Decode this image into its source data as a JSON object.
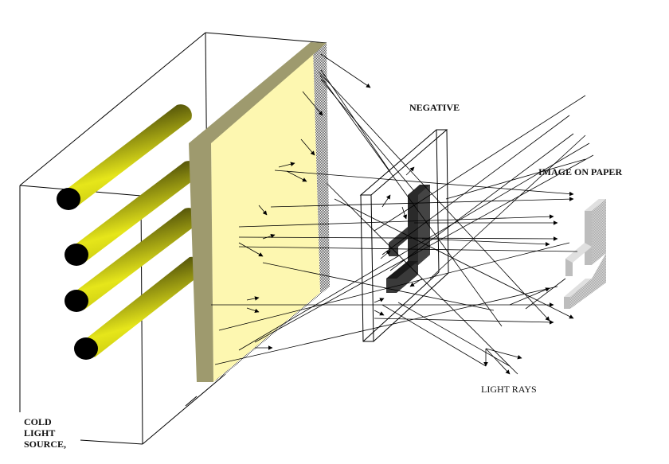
{
  "diagram": {
    "title": "Cold light source enlarger diagram",
    "labels": {
      "light_source": [
        "COLD",
        "LIGHT",
        "SOURCE,"
      ],
      "negative": "NEGATIVE",
      "image_on_paper": "IMAGE ON PAPER",
      "light_rays": "LIGHT RAYS"
    },
    "components": [
      {
        "id": "lamp-housing",
        "name": "Cold light source housing"
      },
      {
        "id": "fluorescent-tubes",
        "name": "Fluorescent tubes",
        "count": 4
      },
      {
        "id": "diffuser",
        "name": "Diffuser panel"
      },
      {
        "id": "negative",
        "name": "Negative"
      },
      {
        "id": "image",
        "name": "Image on paper"
      }
    ],
    "colors": {
      "tube": "#e6e61a",
      "tube_shadow": "#000000",
      "diffuser_face": "#fdf7b0",
      "diffuser_edge": "#9e9a6e",
      "diffuser_side": "#8a8a8a",
      "negative_glyph": "#3a3a3a",
      "image_glyph": "#c8c8c8",
      "line": "#000000"
    }
  }
}
